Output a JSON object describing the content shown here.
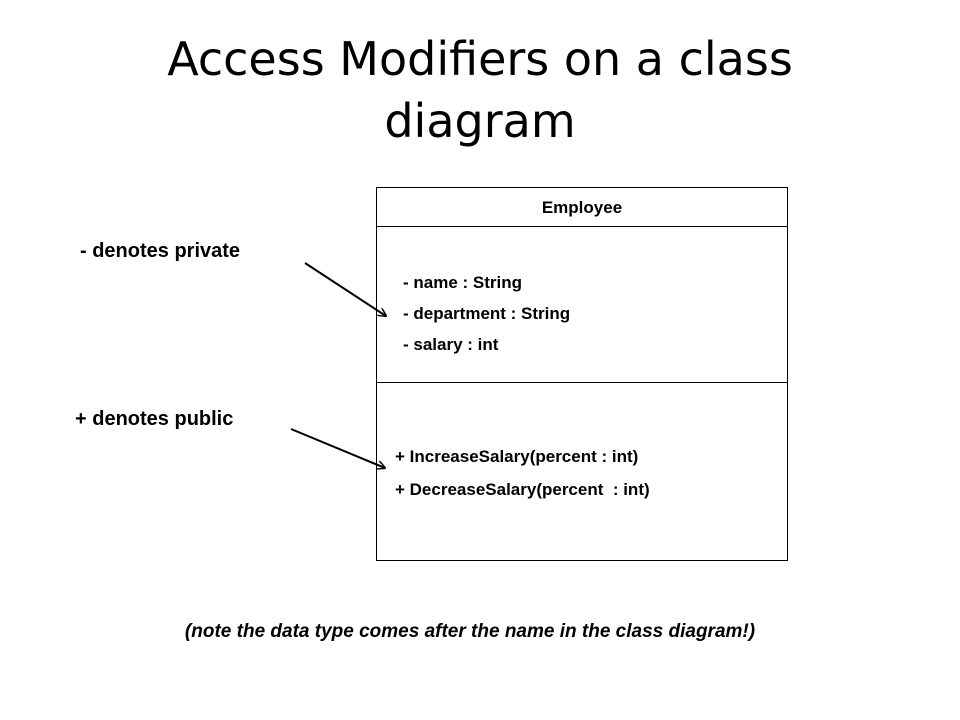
{
  "title": "Access Modifiers on a class diagram",
  "title_lines": [
    "Access Modifiers on a class",
    "diagram"
  ],
  "class_box": {
    "name": "Employee",
    "attributes": [
      "- name : String",
      "- department : String",
      "- salary : int"
    ],
    "operations": [
      "+ IncreaseSalary(percent : int)",
      "+ DecreaseSalary(percent  : int)"
    ]
  },
  "annotations": {
    "private": "- denotes private",
    "public": "+ denotes public"
  },
  "note": "(note the data type comes after the name in the class diagram!)"
}
